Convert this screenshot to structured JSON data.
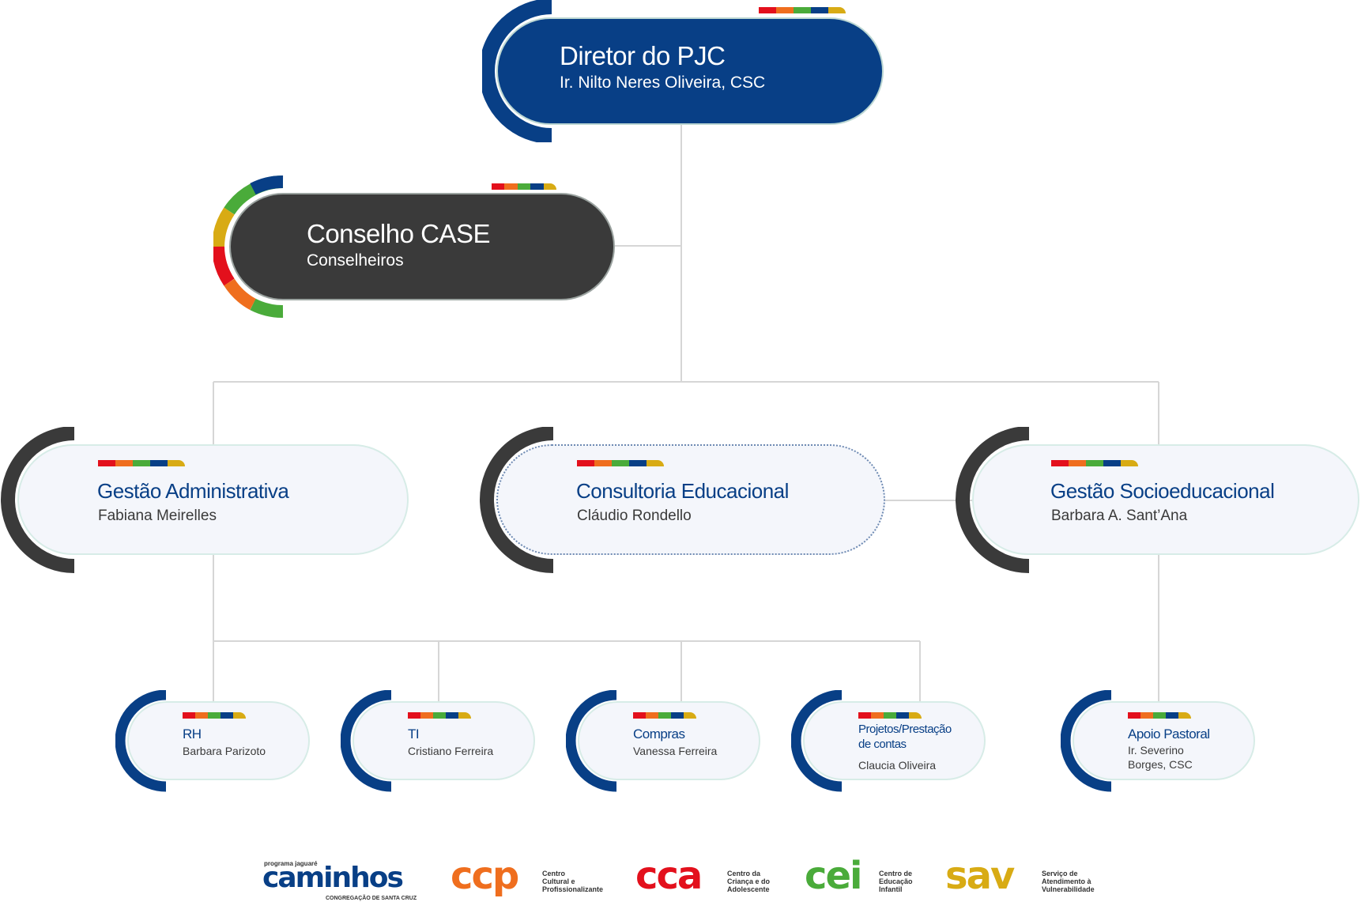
{
  "colors": {
    "blue": "#083f86",
    "dark": "#3a3a3a",
    "stripe": [
      "#e3101c",
      "#ef6e1e",
      "#4aab3a",
      "#083f86",
      "#d8ab14"
    ]
  },
  "director": {
    "title": "Diretor do  PJC",
    "name": "Ir. Nilto Neres Oliveira, CSC"
  },
  "council": {
    "title": "Conselho CASE",
    "name": "Conselheiros"
  },
  "managers": [
    {
      "title": "Gestão Administrativa",
      "name": "Fabiana Meirelles"
    },
    {
      "title": "Consultoria  Educacional",
      "name": "Cláudio Rondello"
    },
    {
      "title": "Gestão Socioeducacional",
      "name": "Barbara A. Sant’Ana"
    }
  ],
  "departments": [
    {
      "title": "RH",
      "name": "Barbara Parizoto"
    },
    {
      "title": "TI",
      "name": "Cristiano Ferreira"
    },
    {
      "title": "Compras",
      "name": "Vanessa Ferreira"
    },
    {
      "title": "Projetos/Prestação\nde contas",
      "name": "Claucia Oliveira"
    },
    {
      "title": "Apoio  Pastoral",
      "name": "Ir. Severino\nBorges, CSC"
    }
  ],
  "logos": [
    {
      "word": "caminhos",
      "top": "programa jaguaré",
      "sub": "CONGREGAÇÃO DE SANTA CRUZ",
      "color": "#083f86"
    },
    {
      "word": "ccp",
      "sub": "Centro\nCultural e\nProfissionalizante",
      "color": "#ef6e1e"
    },
    {
      "word": "cca",
      "sub": "Centro da\nCriança e do\nAdolescente",
      "color": "#e3101c"
    },
    {
      "word": "cei",
      "sub": "Centro de\nEducação\nInfantil",
      "color": "#4aab3a"
    },
    {
      "word": "sav",
      "sub": "Serviço de\nAtendimento à\nVulnerabilidade",
      "color": "#d8ab14"
    }
  ]
}
